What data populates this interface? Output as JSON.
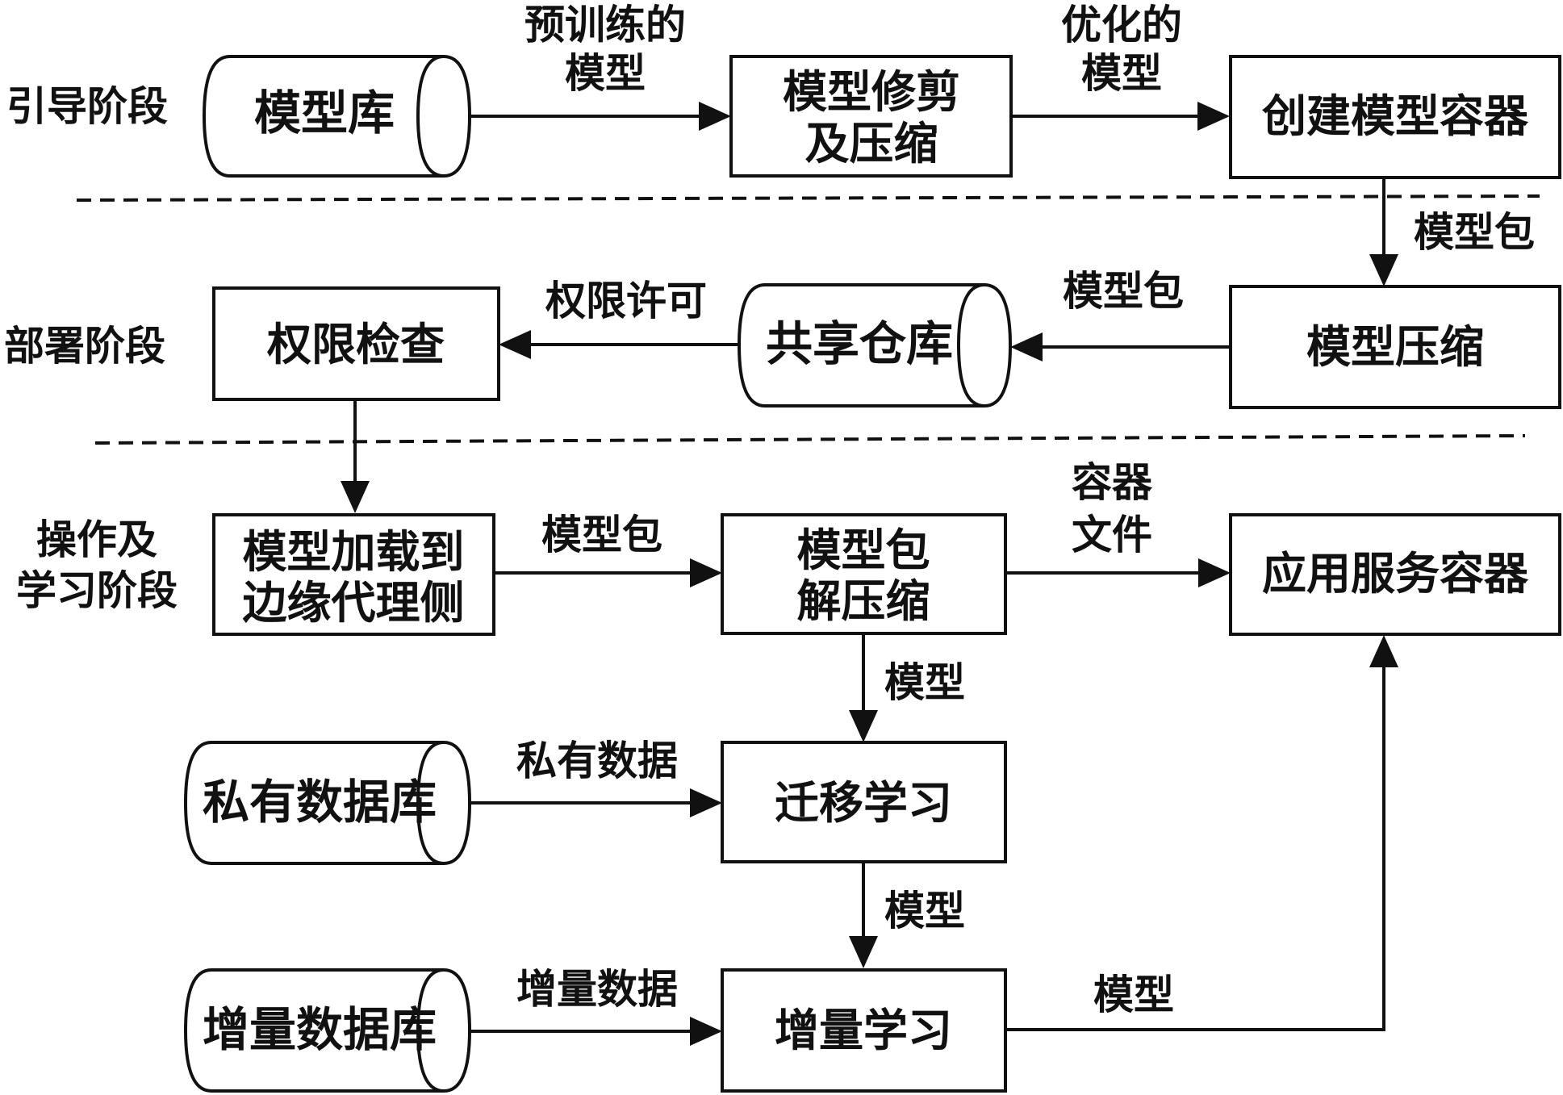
{
  "stages": {
    "bootstrap": "引导阶段",
    "deploy": "部署阶段",
    "operate_line1": "操作及",
    "operate_line2": "学习阶段"
  },
  "nodes": {
    "model_repo": "模型库",
    "prune_line1": "模型修剪",
    "prune_line2": "及压缩",
    "create_container": "创建模型容器",
    "model_compress": "模型压缩",
    "shared_repo": "共享仓库",
    "permission_check": "权限检查",
    "load_line1": "模型加载到",
    "load_line2": "边缘代理侧",
    "unzip_line1": "模型包",
    "unzip_line2": "解压缩",
    "app_container": "应用服务容器",
    "private_db": "私有数据库",
    "transfer_learning": "迁移学习",
    "incremental_db": "增量数据库",
    "incremental_learning": "增量学习"
  },
  "edges": {
    "pretrained_line1": "预训练的",
    "pretrained_line2": "模型",
    "optimized_line1": "优化的",
    "optimized_line2": "模型",
    "package_down": "模型包",
    "package_left": "模型包",
    "permission": "权限许可",
    "package_right": "模型包",
    "container_file_line1": "容器",
    "container_file_line2": "文件",
    "model_down1": "模型",
    "private_data": "私有数据",
    "model_down2": "模型",
    "incremental_data": "增量数据",
    "model_right": "模型"
  },
  "colors": {
    "stroke": "#111111",
    "background": "#ffffff"
  }
}
